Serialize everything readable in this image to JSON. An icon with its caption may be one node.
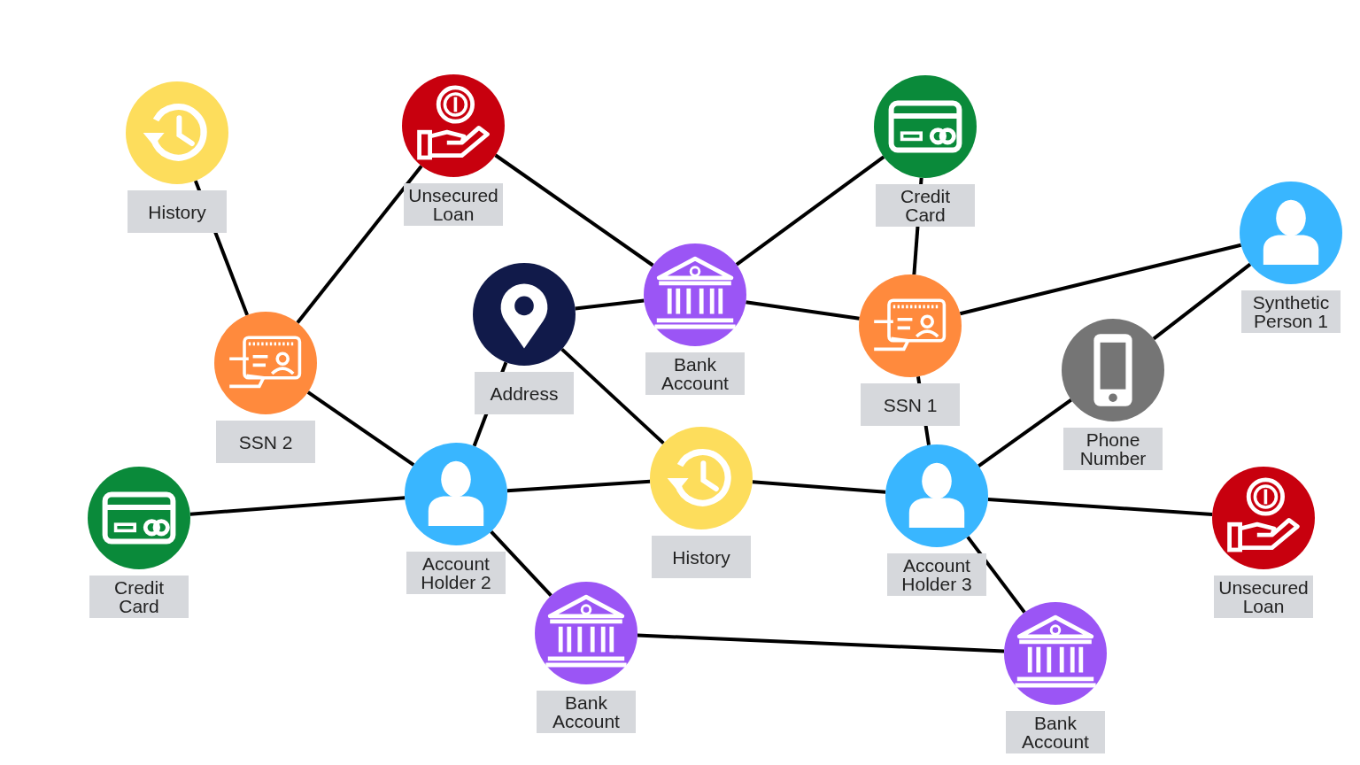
{
  "diagram": {
    "nodes": [
      {
        "text": [
          "History"
        ]
      },
      {
        "text": [
          "Unsecured Loan"
        ]
      },
      {
        "text": [
          "Credit Card"
        ]
      },
      {
        "text": [
          "Synthetic Person 1"
        ]
      },
      {
        "text": [
          "SSN 2"
        ]
      },
      {
        "text": [
          "Address"
        ]
      },
      {
        "text": [
          "Bank Account"
        ]
      },
      {
        "text": [
          "SSN 1"
        ]
      },
      {
        "text": [
          "Phone Number"
        ]
      },
      {
        "text": [
          "Credit Card"
        ]
      },
      {
        "text": [
          "Account Holder 2"
        ]
      },
      {
        "text": [
          "History"
        ]
      },
      {
        "text": [
          "Account Holder 3"
        ]
      },
      {
        "text": [
          "Unsecured Loan"
        ]
      },
      {
        "text": [
          "Bank Account"
        ]
      },
      {
        "text": [
          "Bank Account"
        ]
      }
    ],
    "edges": [
      {
        "from": 0,
        "to": 4,
        "arrow": "none"
      },
      {
        "from": 1,
        "to": 4,
        "arrow": "none"
      },
      {
        "from": 1,
        "to": 6,
        "arrow": "none"
      },
      {
        "from": 2,
        "to": 6,
        "arrow": "none"
      },
      {
        "from": 2,
        "to": 7,
        "arrow": "none"
      },
      {
        "from": 5,
        "to": 6,
        "arrow": "none"
      },
      {
        "from": 6,
        "to": 7,
        "arrow": "none"
      },
      {
        "from": 7,
        "to": 3,
        "arrow": "none"
      },
      {
        "from": 3,
        "to": 8,
        "arrow": "none"
      },
      {
        "from": 5,
        "to": 10,
        "arrow": "none"
      },
      {
        "from": 5,
        "to": 11,
        "arrow": "none"
      },
      {
        "from": 4,
        "to": 10,
        "arrow": "none"
      },
      {
        "from": 9,
        "to": 10,
        "arrow": "none"
      },
      {
        "from": 10,
        "to": 11,
        "arrow": "none"
      },
      {
        "from": 10,
        "to": 14,
        "arrow": "none"
      },
      {
        "from": 11,
        "to": 12,
        "arrow": "none"
      },
      {
        "from": 7,
        "to": 12,
        "arrow": "none"
      },
      {
        "from": 8,
        "to": 12,
        "arrow": "none"
      },
      {
        "from": 12,
        "to": 13,
        "arrow": "none"
      },
      {
        "from": 12,
        "to": 15,
        "arrow": "none"
      },
      {
        "from": 14,
        "to": 15,
        "arrow": "none"
      }
    ]
  }
}
